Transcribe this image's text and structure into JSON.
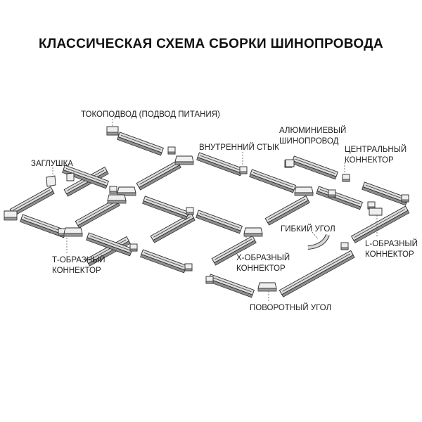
{
  "title": "КЛАССИЧЕСКАЯ СХЕМА СБОРКИ ШИНОПРОВОДА",
  "labels": {
    "feed": "ТОКОПОДВОД (ПОДВОД ПИТАНИЯ)",
    "inner_joint": "ВНУТРЕННИЙ СТЫК",
    "aluminium_1": "АЛЮМИНИЕВЫЙ",
    "aluminium_2": "ШИНОПРОВОД",
    "central_1": "ЦЕНТРАЛЬНЫЙ",
    "central_2": "КОННЕКТОР",
    "end_cap": "ЗАГЛУШКА",
    "flex_corner": "ГИБКИЙ УГОЛ",
    "l_conn_1": "L-ОБРАЗНЫЙ",
    "l_conn_2": "КОННЕКТОР",
    "t_conn_1": "Т-ОБРАЗНЫЙ",
    "t_conn_2": "КОННЕКТОР",
    "x_conn_1": "Х-ОБРАЗНЫЙ",
    "x_conn_2": "КОННЕКТОР",
    "swivel_corner": "ПОВОРОТНЫЙ УГОЛ"
  }
}
